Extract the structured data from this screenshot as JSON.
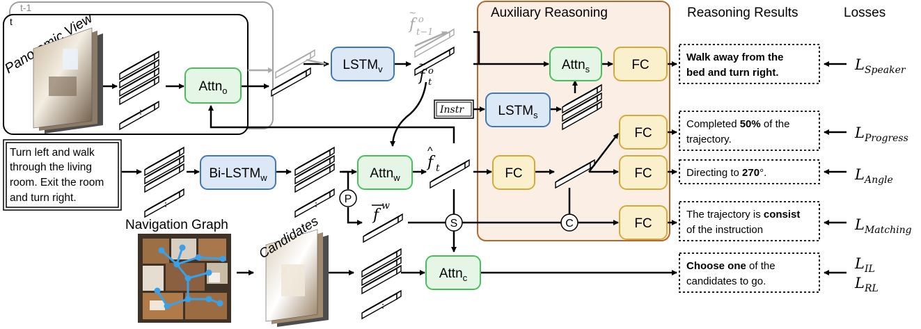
{
  "headers": {
    "aux": "Auxiliary Reasoning",
    "results": "Reasoning Results",
    "losses": "Losses"
  },
  "panoramic": {
    "frame_prev": "t-1",
    "frame_cur": "t",
    "title": "Panoramic View"
  },
  "modules": {
    "attn_o": {
      "base": "Attn",
      "sub": "o"
    },
    "lstm_v": {
      "base": "LSTM",
      "sub": "v"
    },
    "attn_s": {
      "base": "Attn",
      "sub": "s"
    },
    "lstm_s": {
      "base": "LSTM",
      "sub": "s"
    },
    "bilstm_w": {
      "base": "Bi-LSTM",
      "sub": "w"
    },
    "attn_w": {
      "base": "Attn",
      "sub": "w"
    },
    "attn_c": {
      "base": "Attn",
      "sub": "c"
    },
    "fc": "FC"
  },
  "instr_box": "Instr",
  "instruction_lines": [
    "Turn left and walk",
    "through the living",
    "room. Exit the room",
    "and turn right."
  ],
  "nav_graph_label": "Navigation Graph",
  "candidates_label": "Candidates",
  "features": {
    "f_prev": {
      "base": "f",
      "sup": "o",
      "sub": "t−1"
    },
    "f_cur": {
      "base": "f",
      "sup": "o",
      "sub": "t"
    },
    "f_hat": {
      "base": "f",
      "sub": "t"
    },
    "f_bar": {
      "base": "f",
      "sup": "w"
    }
  },
  "ops": {
    "p": "P",
    "s": "S",
    "c": "C"
  },
  "results": [
    {
      "id": "speaker",
      "segments": [
        [
          "Walk away from the",
          true
        ],
        [
          "\n",
          false
        ],
        [
          "bed and turn right.",
          true
        ]
      ]
    },
    {
      "id": "progress",
      "segments": [
        [
          "Completed ",
          false
        ],
        [
          "50%",
          true
        ],
        [
          " of the",
          false
        ],
        [
          "\n",
          false
        ],
        [
          "trajectory.",
          false
        ]
      ]
    },
    {
      "id": "angle",
      "segments": [
        [
          "Directing to ",
          false
        ],
        [
          "270",
          true
        ],
        [
          "°.",
          false
        ]
      ]
    },
    {
      "id": "matching",
      "segments": [
        [
          "The trajectory is ",
          false
        ],
        [
          "consist",
          true
        ],
        [
          "\n",
          false
        ],
        [
          "of the instruction",
          false
        ]
      ]
    },
    {
      "id": "candidate",
      "segments": [
        [
          "Choose one",
          true
        ],
        [
          " of the",
          false
        ],
        [
          "\n",
          false
        ],
        [
          "candidates to go.",
          false
        ]
      ]
    }
  ],
  "losses": [
    {
      "id": "speaker",
      "base": "L",
      "sub": "Speaker"
    },
    {
      "id": "progress",
      "base": "L",
      "sub": "Progress"
    },
    {
      "id": "angle",
      "base": "L",
      "sub": "Angle"
    },
    {
      "id": "matching",
      "base": "L",
      "sub": "Matching"
    },
    {
      "id": "il",
      "base": "L",
      "sub": "IL"
    },
    {
      "id": "rl",
      "base": "L",
      "sub": "RL"
    }
  ],
  "colors": {
    "green_fill": "#e6f6e6",
    "green_stroke": "#46c05a",
    "blue_fill": "#dce8f6",
    "blue_stroke": "#3f78b8",
    "yellow_fill": "#fbf0cc",
    "yellow_stroke": "#d6aa3a",
    "aux_fill": "#fbeee4",
    "aux_stroke": "#b8662a",
    "gray": "#9a9a9a",
    "nav_edge": "#3aa0e8"
  }
}
